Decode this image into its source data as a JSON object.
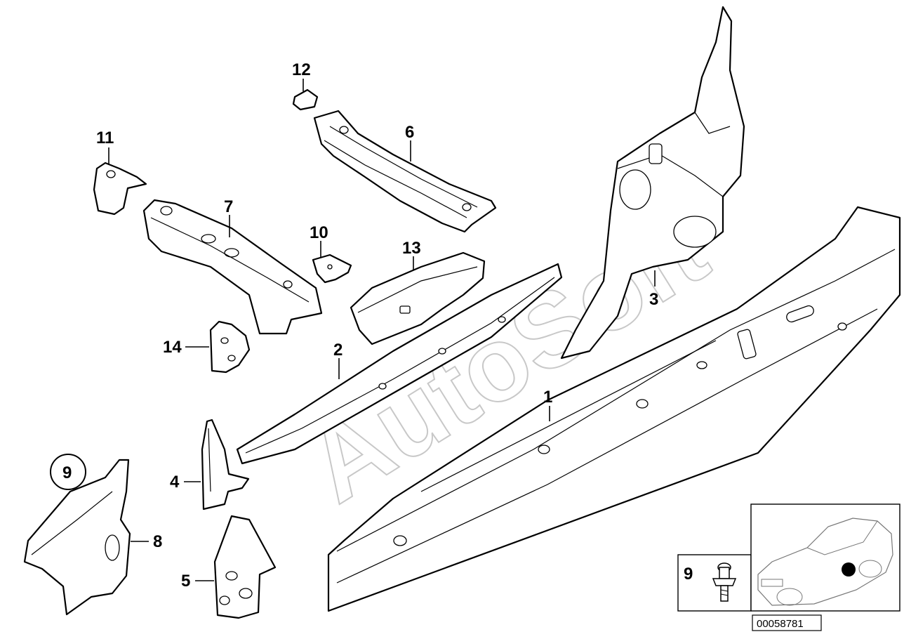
{
  "diagram": {
    "callouts": {
      "c1": "1",
      "c2": "2",
      "c3": "3",
      "c4": "4",
      "c5": "5",
      "c6": "6",
      "c7": "7",
      "c8": "8",
      "c9": "9",
      "c10": "10",
      "c11": "11",
      "c12": "12",
      "c13": "13",
      "c14": "14"
    },
    "inset_label": "9",
    "watermark": "AutoSoft",
    "document_number": "00058781"
  }
}
